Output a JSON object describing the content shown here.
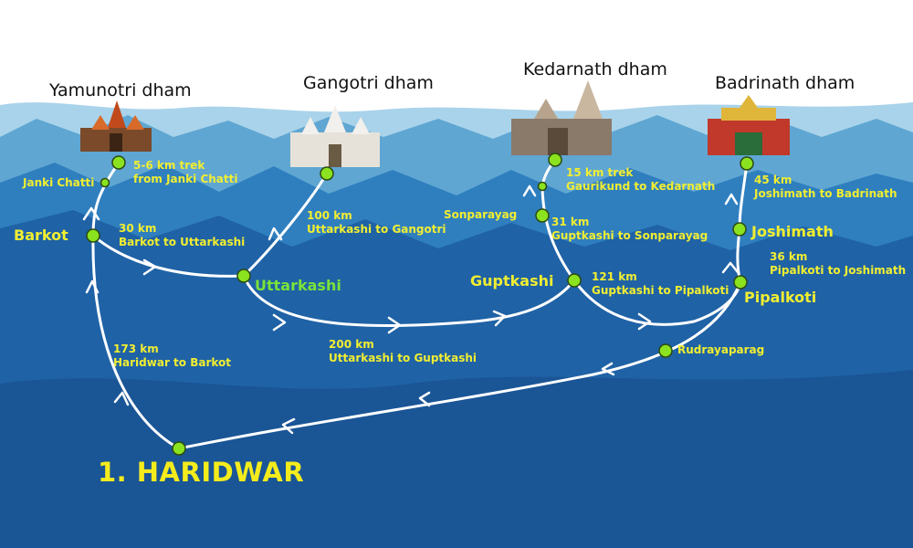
{
  "colors": {
    "sky": "#ffffff",
    "far_mountain": "#5fa6d2",
    "mid_mountain": "#2f7fbf",
    "near_mountain": "#1f62a6",
    "foreground": "#1a5596",
    "route": "#ffffff",
    "node": "#8be21f",
    "label_yellow": "#f1ee31",
    "label_green": "#7be23a"
  },
  "dhams": [
    {
      "title": "Yamunotri dham",
      "icon": "temple-yamunotri-icon"
    },
    {
      "title": "Gangotri dham",
      "icon": "temple-gangotri-icon"
    },
    {
      "title": "Kedarnath dham",
      "icon": "temple-kedarnath-icon"
    },
    {
      "title": "Badrinath dham",
      "icon": "temple-badrinath-icon"
    }
  ],
  "stops": {
    "haridwar": "1. HARIDWAR",
    "barkot": "Barkot",
    "janki_chatti": "Janki Chatti",
    "uttarkashi": "Uttarkashi",
    "sonparayag": "Sonparayag",
    "guptkashi": "Guptkashi",
    "joshimath": "Joshimath",
    "pipalkoti": "Pipalkoti",
    "rudrayaparag": "Rudrayaparag"
  },
  "segments": {
    "yamunotri_trek": {
      "distance": "5-6 km trek",
      "route": "from Janki Chatti"
    },
    "barkot_uttarkashi": {
      "distance": "30 km",
      "route": "Barkot to Uttarkashi"
    },
    "uttarkashi_gangotri": {
      "distance": "100 km",
      "route": "Uttarkashi to Gangotri"
    },
    "haridwar_barkot": {
      "distance": "173 km",
      "route": "Haridwar to Barkot"
    },
    "uttarkashi_guptkashi": {
      "distance": "200 km",
      "route": "Uttarkashi to Guptkashi"
    },
    "kedarnath_trek": {
      "distance": "15 km trek",
      "route": "Gaurikund to Kedarnath"
    },
    "guptkashi_sonparayag": {
      "distance": "31 km",
      "route": "Guptkashi to Sonparayag"
    },
    "guptkashi_pipalkoti": {
      "distance": "121 km",
      "route": "Guptkashi to Pipalkoti"
    },
    "joshimath_badrinath": {
      "distance": "45 km",
      "route": "Joshimath to Badrinath"
    },
    "pipalkoti_joshimath": {
      "distance": "36 km",
      "route": "Pipalkoti to Joshimath"
    }
  }
}
